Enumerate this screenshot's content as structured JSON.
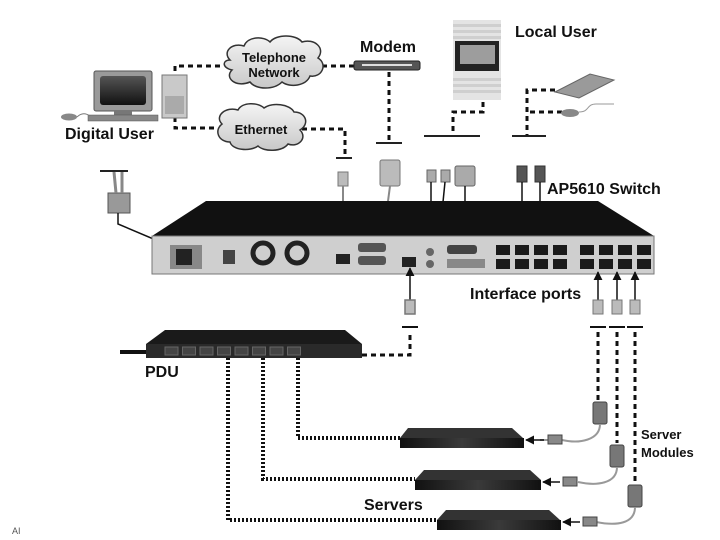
{
  "diagram": {
    "title": "AP5610 Switch connection diagram",
    "labels": {
      "digital_user": "Digital User",
      "telephone_network_line1": "Telephone",
      "telephone_network_line2": "Network",
      "ethernet": "Ethernet",
      "modem": "Modem",
      "local_user": "Local User",
      "switch": "AP5610 Switch",
      "interface_ports": "Interface ports",
      "pdu": "PDU",
      "servers": "Servers",
      "server_modules_line1": "Server",
      "server_modules_line2": "Modules",
      "corner_mark": "AI"
    },
    "nodes": [
      {
        "id": "digital-user",
        "kind": "workstation"
      },
      {
        "id": "telephone-network",
        "kind": "cloud"
      },
      {
        "id": "ethernet",
        "kind": "cloud"
      },
      {
        "id": "modem",
        "kind": "modem"
      },
      {
        "id": "local-user",
        "kind": "monitor"
      },
      {
        "id": "keyboard",
        "kind": "keyboard"
      },
      {
        "id": "mouse",
        "kind": "mouse"
      },
      {
        "id": "switch",
        "kind": "kvm-switch",
        "port_count": 16
      },
      {
        "id": "pdu",
        "kind": "power-distribution-unit",
        "outlet_count": 8
      },
      {
        "id": "server-1",
        "kind": "server"
      },
      {
        "id": "server-2",
        "kind": "server"
      },
      {
        "id": "server-3",
        "kind": "server"
      },
      {
        "id": "server-module-1",
        "kind": "server-module"
      },
      {
        "id": "server-module-2",
        "kind": "server-module"
      },
      {
        "id": "server-module-3",
        "kind": "server-module"
      }
    ],
    "connections": [
      {
        "from": "digital-user",
        "to": "telephone-network"
      },
      {
        "from": "digital-user",
        "to": "ethernet"
      },
      {
        "from": "telephone-network",
        "to": "modem"
      },
      {
        "from": "modem",
        "to": "switch"
      },
      {
        "from": "ethernet",
        "to": "switch"
      },
      {
        "from": "local-user",
        "to": "switch"
      },
      {
        "from": "keyboard",
        "to": "switch"
      },
      {
        "from": "mouse",
        "to": "switch"
      },
      {
        "from": "switch",
        "to": "pdu"
      },
      {
        "from": "pdu",
        "to": "server-1"
      },
      {
        "from": "pdu",
        "to": "server-2"
      },
      {
        "from": "pdu",
        "to": "server-3"
      },
      {
        "from": "switch",
        "to": "server-module-1"
      },
      {
        "from": "switch",
        "to": "server-module-2"
      },
      {
        "from": "switch",
        "to": "server-module-3"
      },
      {
        "from": "server-module-1",
        "to": "server-1"
      },
      {
        "from": "server-module-2",
        "to": "server-2"
      },
      {
        "from": "server-module-3",
        "to": "server-3"
      }
    ],
    "colors": {
      "device_dark": "#1a1a1a",
      "panel_gray": "#cfcfcf",
      "cable_gray": "#8a8a8a",
      "line_black": "#111111",
      "cloud_fill": "#e6e6e6"
    }
  }
}
